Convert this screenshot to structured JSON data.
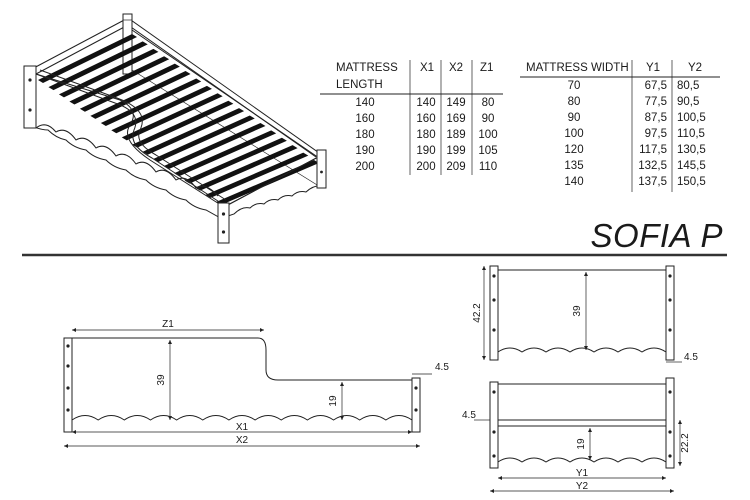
{
  "title": "SOFIA P",
  "length_table": {
    "headers": [
      "MATTRESS",
      "LENGTH",
      "X1",
      "X2",
      "Z1"
    ],
    "rows": [
      [
        "140",
        "140",
        "149",
        "80"
      ],
      [
        "160",
        "160",
        "169",
        "90"
      ],
      [
        "180",
        "180",
        "189",
        "100"
      ],
      [
        "190",
        "190",
        "199",
        "105"
      ],
      [
        "200",
        "200",
        "209",
        "110"
      ]
    ]
  },
  "width_table": {
    "headers": [
      "MATTRESS WIDTH",
      "Y1",
      "Y2"
    ],
    "rows": [
      [
        "70",
        "67,5",
        "80,5"
      ],
      [
        "80",
        "77,5",
        "90,5"
      ],
      [
        "90",
        "87,5",
        "100,5"
      ],
      [
        "100",
        "97,5",
        "110,5"
      ],
      [
        "120",
        "117,5",
        "130,5"
      ],
      [
        "135",
        "132,5",
        "145,5"
      ],
      [
        "140",
        "137,5",
        "150,5"
      ]
    ]
  },
  "side_view": {
    "z1": "Z1",
    "h_side": "39",
    "h_low": "19",
    "post": "4.5",
    "x1": "X1",
    "x2": "X2"
  },
  "end_view_top": {
    "h_total": "42.2",
    "h_panel": "39",
    "post": "4.5"
  },
  "end_view_bottom": {
    "post": "4.5",
    "h_panel": "19",
    "h_total": "22.2",
    "y1": "Y1",
    "y2": "Y2"
  }
}
